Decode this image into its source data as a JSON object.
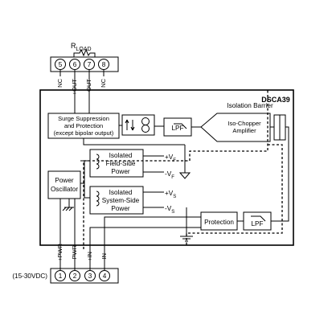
{
  "model": "DSCA39",
  "isolation_barrier_label": "Isolation Barrier",
  "load_label": "R",
  "load_subscript": "LOAD",
  "blocks": {
    "surge": [
      "Surge Suppression",
      "and Protection",
      "(except bipolar output)"
    ],
    "lpf_top": "LPF",
    "iso_chopper": [
      "Iso-Chopper",
      "Amplifier"
    ],
    "field_power": [
      "Isolated",
      "Field-Side",
      "Power"
    ],
    "power_osc": [
      "Power",
      "Oscillator"
    ],
    "system_power": [
      "Isolated",
      "System-Side",
      "Power"
    ],
    "protection": "Protection",
    "lpf_bottom": "LPF"
  },
  "rails": {
    "vf_pos": "+V",
    "vf_neg": "-V",
    "vf_sub": "F",
    "vs_pos": "+V",
    "vs_neg": "-V",
    "vs_sub": "S"
  },
  "top_terminals": [
    {
      "num": "5",
      "label": "NC"
    },
    {
      "num": "6",
      "label": "+OUT"
    },
    {
      "num": "7",
      "label": "-OUT"
    },
    {
      "num": "8",
      "label": "NC"
    }
  ],
  "bottom_terminals": [
    {
      "num": "1",
      "label": "+PWR"
    },
    {
      "num": "2",
      "label": "-PWR"
    },
    {
      "num": "3",
      "label": "+IN"
    },
    {
      "num": "4",
      "label": "-IN"
    }
  ],
  "supply_label": "(15-30VDC)"
}
